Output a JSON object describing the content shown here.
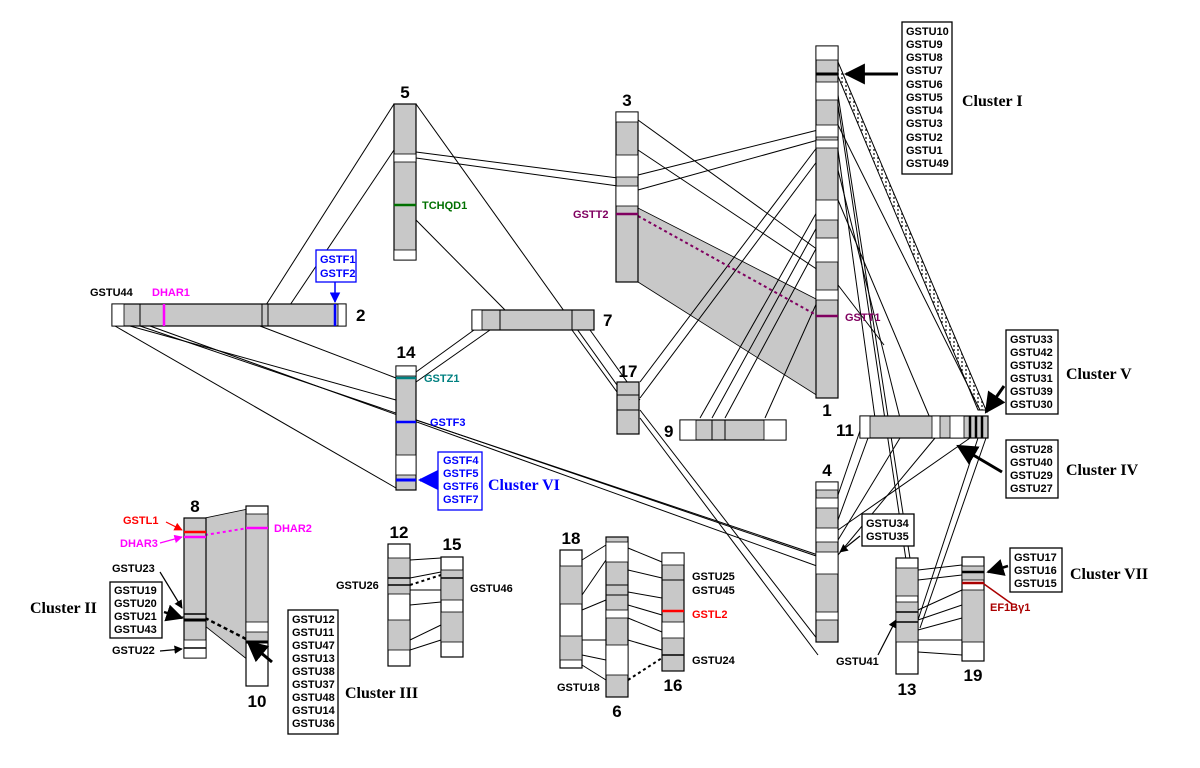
{
  "colors": {
    "chromosome_fill": "#c8c8c8",
    "link_line": "#000000",
    "gst_phi": "#0000ff",
    "gst_dhar": "#ff00ff",
    "gst_lambda": "#ff0000",
    "gst_theta": "#800060",
    "gst_tchqd": "#007000",
    "gst_zeta": "#008080",
    "ef1b": "#aa0000"
  },
  "chromosomes": {
    "c1": "1",
    "c2": "2",
    "c3": "3",
    "c4": "4",
    "c5": "5",
    "c6": "6",
    "c7": "7",
    "c8": "8",
    "c9": "9",
    "c10": "10",
    "c11": "11",
    "c12": "12",
    "c13": "13",
    "c14": "14",
    "c15": "15",
    "c16": "16",
    "c17": "17",
    "c18": "18",
    "c19": "19"
  },
  "genes": {
    "gstu44": "GSTU44",
    "dhar1": "DHAR1",
    "tchqd1": "TCHQD1",
    "gstt2": "GSTT2",
    "gstt1": "GSTT1",
    "gstz1": "GSTZ1",
    "gstf3": "GSTF3",
    "gstl1": "GSTL1",
    "dhar3": "DHAR3",
    "dhar2": "DHAR2",
    "gstu23": "GSTU23",
    "gstu22": "GSTU22",
    "gstu26": "GSTU26",
    "gstu46": "GSTU46",
    "gstu25": "GSTU25",
    "gstu45": "GSTU45",
    "gstl2": "GSTL2",
    "gstu24": "GSTU24",
    "gstu18": "GSTU18",
    "gstu41": "GSTU41",
    "ef1b": "EF1Bγ1"
  },
  "boxes": {
    "gstf12": [
      "GSTF1",
      "GSTF2"
    ],
    "gstf4567": [
      "GSTF4",
      "GSTF5",
      "GSTF6",
      "GSTF7"
    ],
    "cluster1": [
      "GSTU10",
      "GSTU9",
      "GSTU8",
      "GSTU7",
      "GSTU6",
      "GSTU5",
      "GSTU4",
      "GSTU3",
      "GSTU2",
      "GSTU1",
      "GSTU49"
    ],
    "cluster5": [
      "GSTU33",
      "GSTU42",
      "GSTU32",
      "GSTU31",
      "GSTU39",
      "GSTU30"
    ],
    "cluster4": [
      "GSTU28",
      "GSTU40",
      "GSTU29",
      "GSTU27"
    ],
    "gstu3435": [
      "GSTU34",
      "GSTU35"
    ],
    "cluster7": [
      "GSTU17",
      "GSTU16",
      "GSTU15"
    ],
    "cluster2": [
      "GSTU19",
      "GSTU20",
      "GSTU21",
      "GSTU43"
    ],
    "cluster3": [
      "GSTU12",
      "GSTU11",
      "GSTU47",
      "GSTU13",
      "GSTU38",
      "GSTU37",
      "GSTU48",
      "GSTU14",
      "GSTU36"
    ]
  },
  "clusters": {
    "c1": "Cluster I",
    "c2": "Cluster II",
    "c3": "Cluster III",
    "c4": "Cluster IV",
    "c5": "Cluster V",
    "c6": "Cluster VI",
    "c7": "Cluster VII"
  }
}
